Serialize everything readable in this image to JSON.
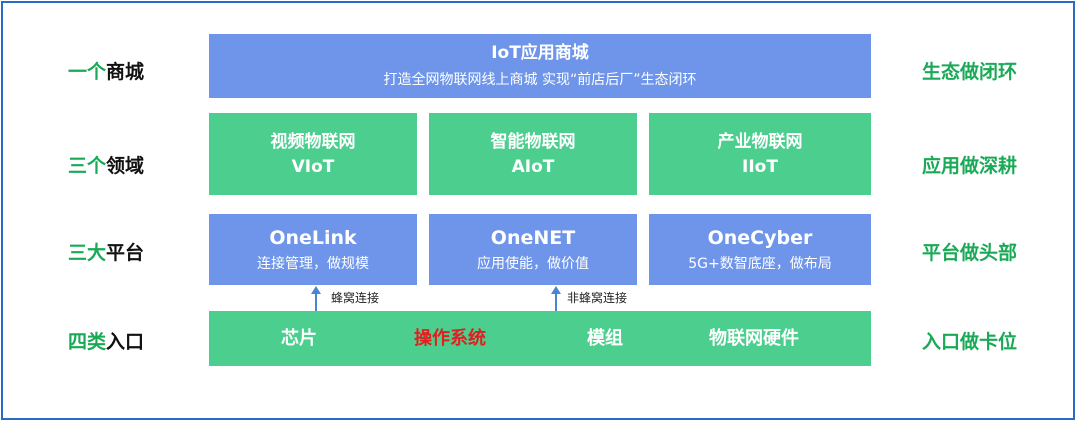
{
  "rows": [
    {
      "left_prefix": "一个",
      "left_suffix": "商城",
      "right": "生态做闭环"
    },
    {
      "left_prefix": "三个",
      "left_suffix": "领域",
      "right": "应用做深耕"
    },
    {
      "left_prefix": "三大",
      "left_suffix": "平台",
      "right": "平台做头部"
    },
    {
      "left_prefix": "四类",
      "left_suffix": "入口",
      "right": "入口做卡位"
    }
  ],
  "mall": {
    "title": "IoT应用商城",
    "subtitle": "打造全网物联网线上商城  实现“前店后厂”生态闭环"
  },
  "domains": [
    {
      "name": "视频物联网",
      "code": "VIoT"
    },
    {
      "name": "智能物联网",
      "code": "AIoT"
    },
    {
      "name": "产业物联网",
      "code": "IIoT"
    }
  ],
  "platforms": [
    {
      "name": "OneLink",
      "desc": "连接管理，做规模"
    },
    {
      "name": "OneNET",
      "desc": "应用使能，做价值"
    },
    {
      "name": "OneCyber",
      "desc": "5G+数智底座，做布局"
    }
  ],
  "connections": [
    {
      "label": "蜂窝连接"
    },
    {
      "label": "非蜂窝连接"
    }
  ],
  "entries": [
    {
      "label": "芯片",
      "highlight": false
    },
    {
      "label": "操作系统",
      "highlight": true
    },
    {
      "label": "模组",
      "highlight": false
    },
    {
      "label": "物联网硬件",
      "highlight": false
    }
  ],
  "colors": {
    "frame": "#2b6ac8",
    "blue_box": "#6e95ea",
    "green_box": "#4ccf8e",
    "label_green": "#1aaa57",
    "highlight_red": "#e02020",
    "arrow": "#4a86cf"
  }
}
